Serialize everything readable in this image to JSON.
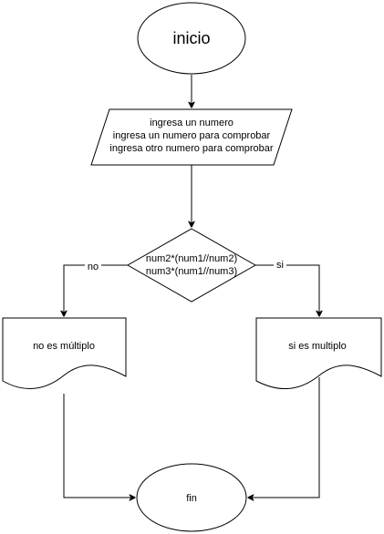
{
  "nodes": {
    "start": {
      "label": "inicio"
    },
    "input": {
      "lines": [
        "ingresa un numero",
        "ingresa un numero para  comprobar",
        "ingresa otro numero para comprobar"
      ]
    },
    "decision": {
      "lines": [
        "num2*(num1//num2)",
        "num3*(num1//num3)"
      ]
    },
    "no_result": {
      "label": "no es múltiplo"
    },
    "yes_result": {
      "label": "si es multiplo"
    },
    "end": {
      "label": "fin"
    }
  },
  "edges": {
    "no_label": "no",
    "yes_label": "si"
  }
}
